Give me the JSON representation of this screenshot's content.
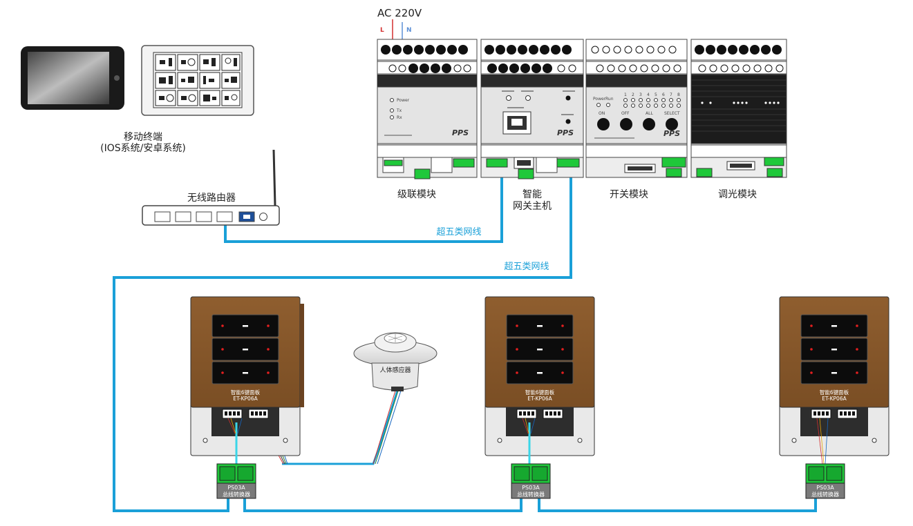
{
  "power": {
    "label": "AC 220V",
    "l": "L",
    "n": "N"
  },
  "modules": [
    {
      "label": "级联模块",
      "brand": "PPS",
      "leds": [
        "Power",
        "Tx",
        "Rx"
      ]
    },
    {
      "label_line1": "智能",
      "label_line2": "网关主机",
      "brand": "PPS"
    },
    {
      "label": "开关模块",
      "brand": "PPS",
      "status_leds": [
        "Power",
        "Run"
      ],
      "channels": [
        "1",
        "2",
        "3",
        "4",
        "5",
        "6",
        "7",
        "8"
      ],
      "buttons": [
        "ON",
        "OFF",
        "ALL",
        "SELECT"
      ]
    },
    {
      "label": "调光模块"
    }
  ],
  "mobile": {
    "line1": "移动终端",
    "line2": "(IOS系统/安卓系统)"
  },
  "router": {
    "label": "无线路由器"
  },
  "network": {
    "cable1": "超五类网线",
    "cable2": "超五类网线"
  },
  "sensor": {
    "label": "人体感应器"
  },
  "panels": [
    {
      "name": "智能6键面板",
      "model": "ET-KP06A"
    },
    {
      "name": "智能6键面板",
      "model": "ET-KP06A"
    },
    {
      "name": "智能6键面板",
      "model": "ET-KP06A"
    }
  ],
  "converters": [
    {
      "model": "PS03A",
      "name": "总线转换器"
    },
    {
      "model": "PS03A",
      "name": "总线转换器"
    },
    {
      "model": "PS03A",
      "name": "总线转换器"
    }
  ],
  "colors": {
    "cable": "#1aa0d8",
    "wood": "#8b5a2b",
    "terminal": "#1fc83a"
  }
}
